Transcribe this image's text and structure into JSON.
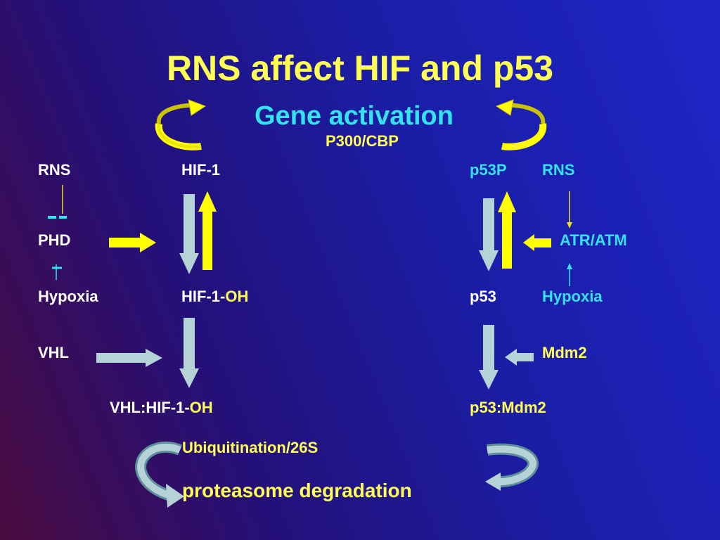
{
  "slide": {
    "title": "RNS affect HIF and p53",
    "gene_activation": "Gene activation",
    "cofactor": "P300/CBP"
  },
  "hif_pathway": {
    "left_column": [
      "RNS",
      "PHD",
      "Hypoxia",
      "VHL"
    ],
    "hif1": "HIF-1",
    "hif1_oh_prefix": "HIF-1-",
    "oh": "OH",
    "vhl_complex_prefix": "VHL:HIF-1-",
    "ubiquitination": "Ubiquitination/26S",
    "degradation": "proteasome degradation"
  },
  "p53_pathway": {
    "p53p": "p53P",
    "rns": "RNS",
    "atr_atm": "ATR/ATM",
    "p53": "p53",
    "hypoxia": "Hypoxia",
    "mdm2": "Mdm2",
    "complex": "p53:Mdm2"
  },
  "colors": {
    "background_start": "#4a0a3e",
    "background_end": "#1f24c8",
    "title": "#ffff55",
    "accent_cyan": "#33e4f0",
    "arrow_yellow": "#ffff00",
    "arrow_gray": "#b5d3d6"
  }
}
